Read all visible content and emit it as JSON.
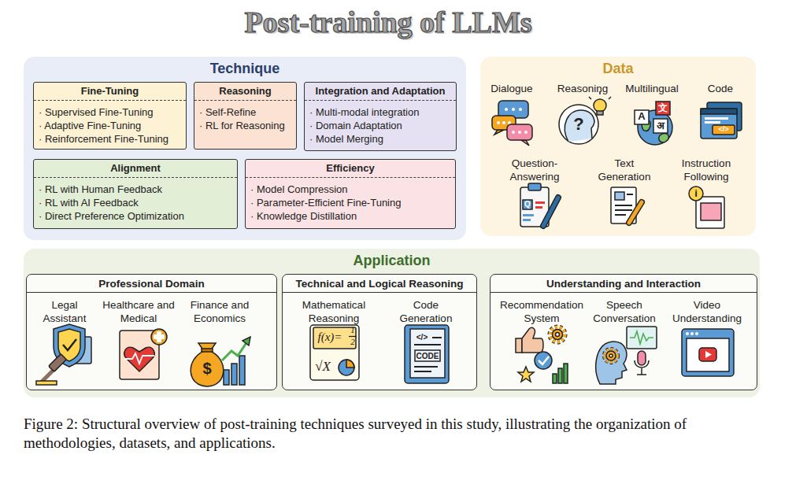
{
  "diagram": {
    "title": "Post-training of LLMs",
    "caption": "Figure 2: Structural overview of post-training techniques surveyed in this study, illustrating the organization of methodologies, datasets, and applications.",
    "nodes": [
      {
        "text": [
          "Technique"
        ]
      },
      {
        "text": [
          "Fine-Tuning",
          "· Supervised Fine-Tuning",
          "· Adaptive Fine-Tuning",
          "· Reinforcement Fine-Tuning"
        ],
        "in": 0
      },
      {
        "text": [
          "Reasoning",
          "· Self-Refine",
          "· RL for Reasoning"
        ],
        "in": 0
      },
      {
        "text": [
          "Integration and Adaptation",
          "· Multi-modal integration",
          "· Domain Adaptation",
          "· Model Merging"
        ],
        "in": 0
      },
      {
        "text": [
          "Alignment",
          "· RL with Human Feedback",
          "· RL with AI Feedback",
          "· Direct Preference Optimization"
        ],
        "in": 0
      },
      {
        "text": [
          "Efficiency",
          "· Model Compression",
          "· Parameter-Efficient Fine-Tuning",
          "· Knowledge Distillation"
        ],
        "in": 0
      },
      {
        "text": [
          "Data"
        ]
      },
      {
        "text": [
          "Application"
        ]
      },
      {
        "text": [
          "Professional Domain"
        ],
        "in": 7
      },
      {
        "text": [
          "Technical and Logical Reasoning"
        ],
        "in": 7
      },
      {
        "text": [
          "Understanding and Interaction"
        ],
        "in": 7
      }
    ],
    "labels": [
      "Dialogue",
      "Reasoning",
      "Multilingual",
      "Code",
      "Question- Answering",
      "Text Generation",
      "Instruction Following",
      "Legal Assistant",
      "Healthcare and Medical",
      "Finance and Economics",
      "Mathematical Reasoning",
      "Code Generation",
      "Recommendation System",
      "Speech Conversation",
      "Video Understanding",
      "?",
      "A",
      "文",
      "अ",
      "</>",
      "Q",
      "i",
      "$",
      "f(x)=",
      "1",
      "2",
      "√X",
      "</>",
      "CODE"
    ]
  }
}
